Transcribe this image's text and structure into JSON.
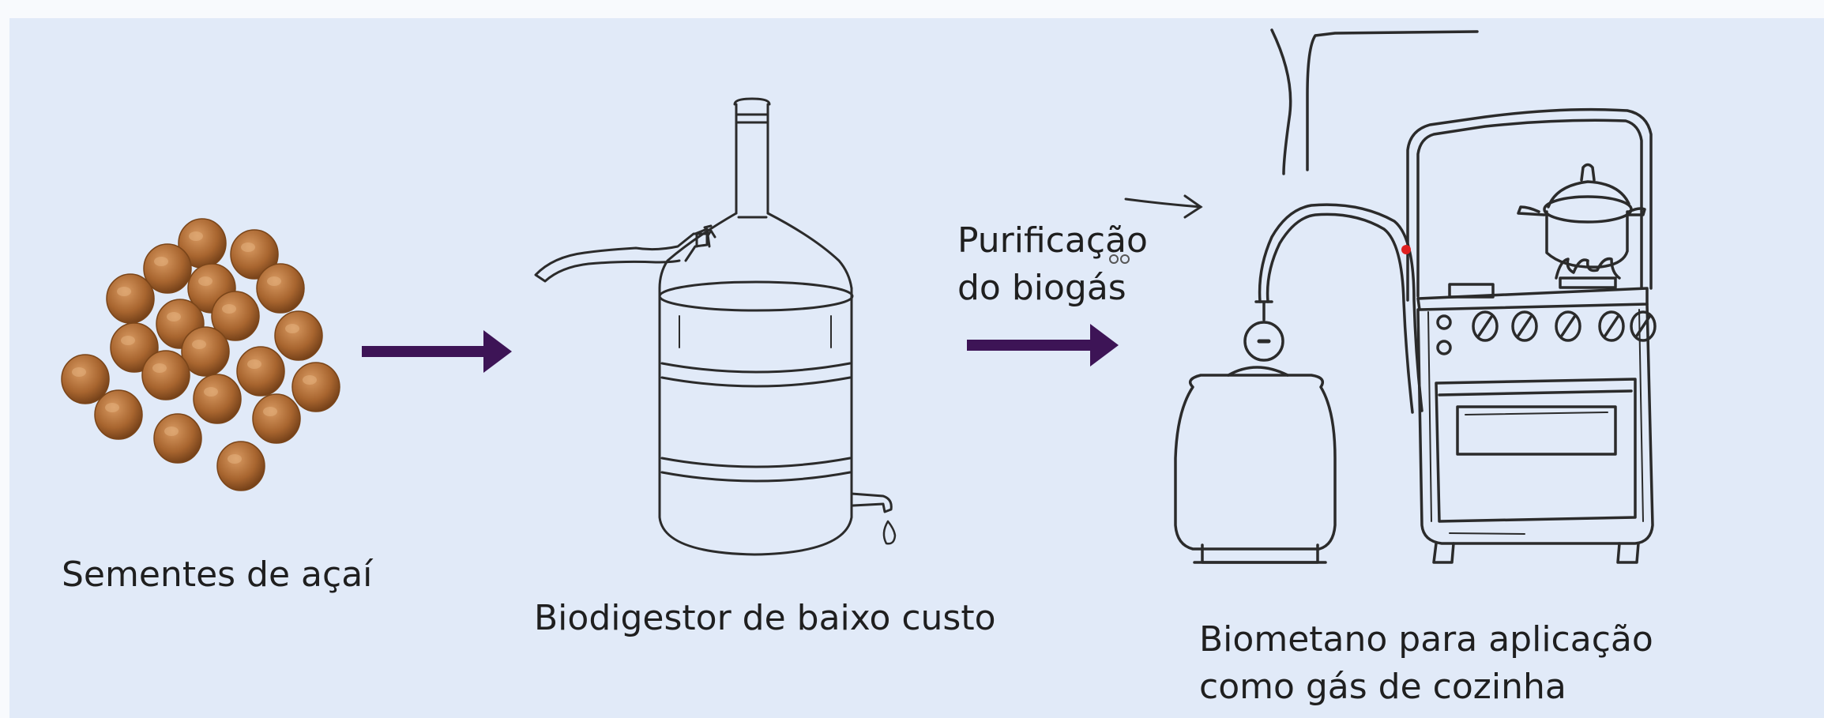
{
  "diagram": {
    "steps": [
      {
        "label": "Sementes de açaí"
      },
      {
        "label": "Biodigestor de baixo custo"
      },
      {
        "label": "Biometano para aplicação\ncomo gás de cozinha",
        "lines": [
          "Biometano para aplicação",
          "como gás de cozinha"
        ]
      }
    ],
    "process_label": {
      "lines": [
        "Purificação",
        "do biogás"
      ]
    }
  },
  "colors": {
    "panel_background": "#e1eaf8",
    "arrow": "#3d1456",
    "seed": "#a5622f",
    "sketch_stroke": "#2b2b2b"
  }
}
